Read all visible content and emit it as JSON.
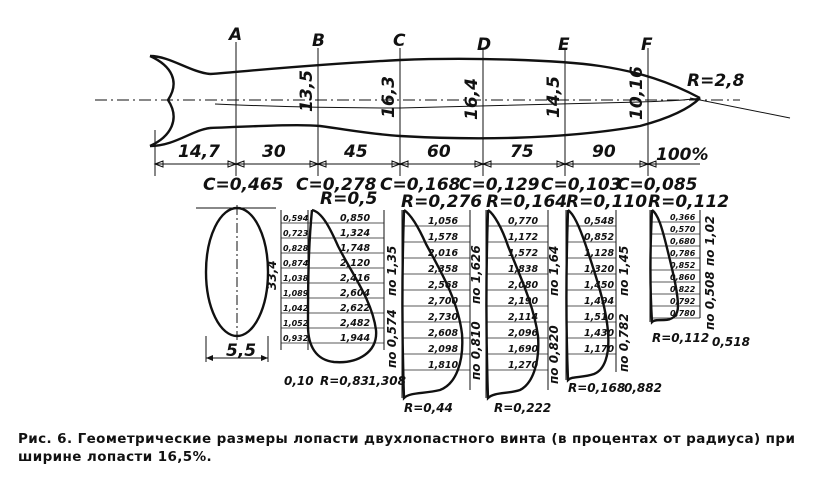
{
  "caption": "Рис. 6. Геометрические размеры лопасти двухлопастного винта (в процентах от радиуса) при ширине лопасти 16,5%.",
  "sections": [
    "A",
    "B",
    "C",
    "D",
    "E",
    "F"
  ],
  "tip_radius": "R=2,8",
  "blade_chords": [
    "13,5",
    "16,3",
    "16,4",
    "14,5",
    "10,16"
  ],
  "radial_spacings": [
    "14,7",
    "30",
    "45",
    "60",
    "75",
    "90",
    "100%"
  ],
  "thickness_ratios": [
    "C=0,465",
    "C=0,278",
    "C=0,168",
    "C=0,129",
    "C=0,103",
    "C=0,085"
  ],
  "profiles": {
    "A": {
      "width": "5,5",
      "side": "33,4"
    },
    "B": {
      "radius_top": "R=0,5",
      "radius_bottom": "R=0,83",
      "left_values": [
        "0,594",
        "0,723",
        "0,828",
        "0,874",
        "1,038",
        "1,089",
        "1,042",
        "1,052",
        "0,932"
      ],
      "right_values": [
        "0,850",
        "1,324",
        "1,748",
        "2,120",
        "2,416",
        "2,604",
        "2,622",
        "2,482",
        "1,944"
      ],
      "side_label": "по 1,35",
      "lower_side": "по 0,574",
      "bottom_left": "0,10",
      "bottom_right": "1,308"
    },
    "C": {
      "radius_top": "R=0,276",
      "radius_bottom": "R=0,44",
      "values": [
        "1,056",
        "1,578",
        "2,016",
        "2,358",
        "2,568",
        "2,700",
        "2,730",
        "2,608",
        "2,098",
        "1,810"
      ],
      "side_label": "по 1,626",
      "lower_side": "по 0,810"
    },
    "D": {
      "radius_top": "R=0,164",
      "radius_bottom": "R=0,222",
      "values": [
        "0,770",
        "1,172",
        "1,572",
        "1,838",
        "2,080",
        "2,190",
        "2,114",
        "2,096",
        "1,690",
        "1,270"
      ],
      "side_label": "по 1,64",
      "lower_side": "по 0,820"
    },
    "E": {
      "radius_top": "R=0,110",
      "radius_bottom": "R=0,168",
      "values": [
        "0,548",
        "0,852",
        "1,128",
        "1,320",
        "1,450",
        "1,494",
        "1,510",
        "1,430",
        "1,170"
      ],
      "side_label": "по 1,45",
      "lower_side": "по 0,782",
      "bottom_right": "0,882"
    },
    "F": {
      "radius_top": "R=0,112",
      "radius_bottom": "R=0,112",
      "values": [
        "0,366",
        "0,570",
        "0,680",
        "0,786",
        "0,852",
        "0,860",
        "0,822",
        "0,792",
        "0,780"
      ],
      "side_label": "по 1,02",
      "lower_side": "по 0,508",
      "bottom_right": "0,518"
    }
  }
}
